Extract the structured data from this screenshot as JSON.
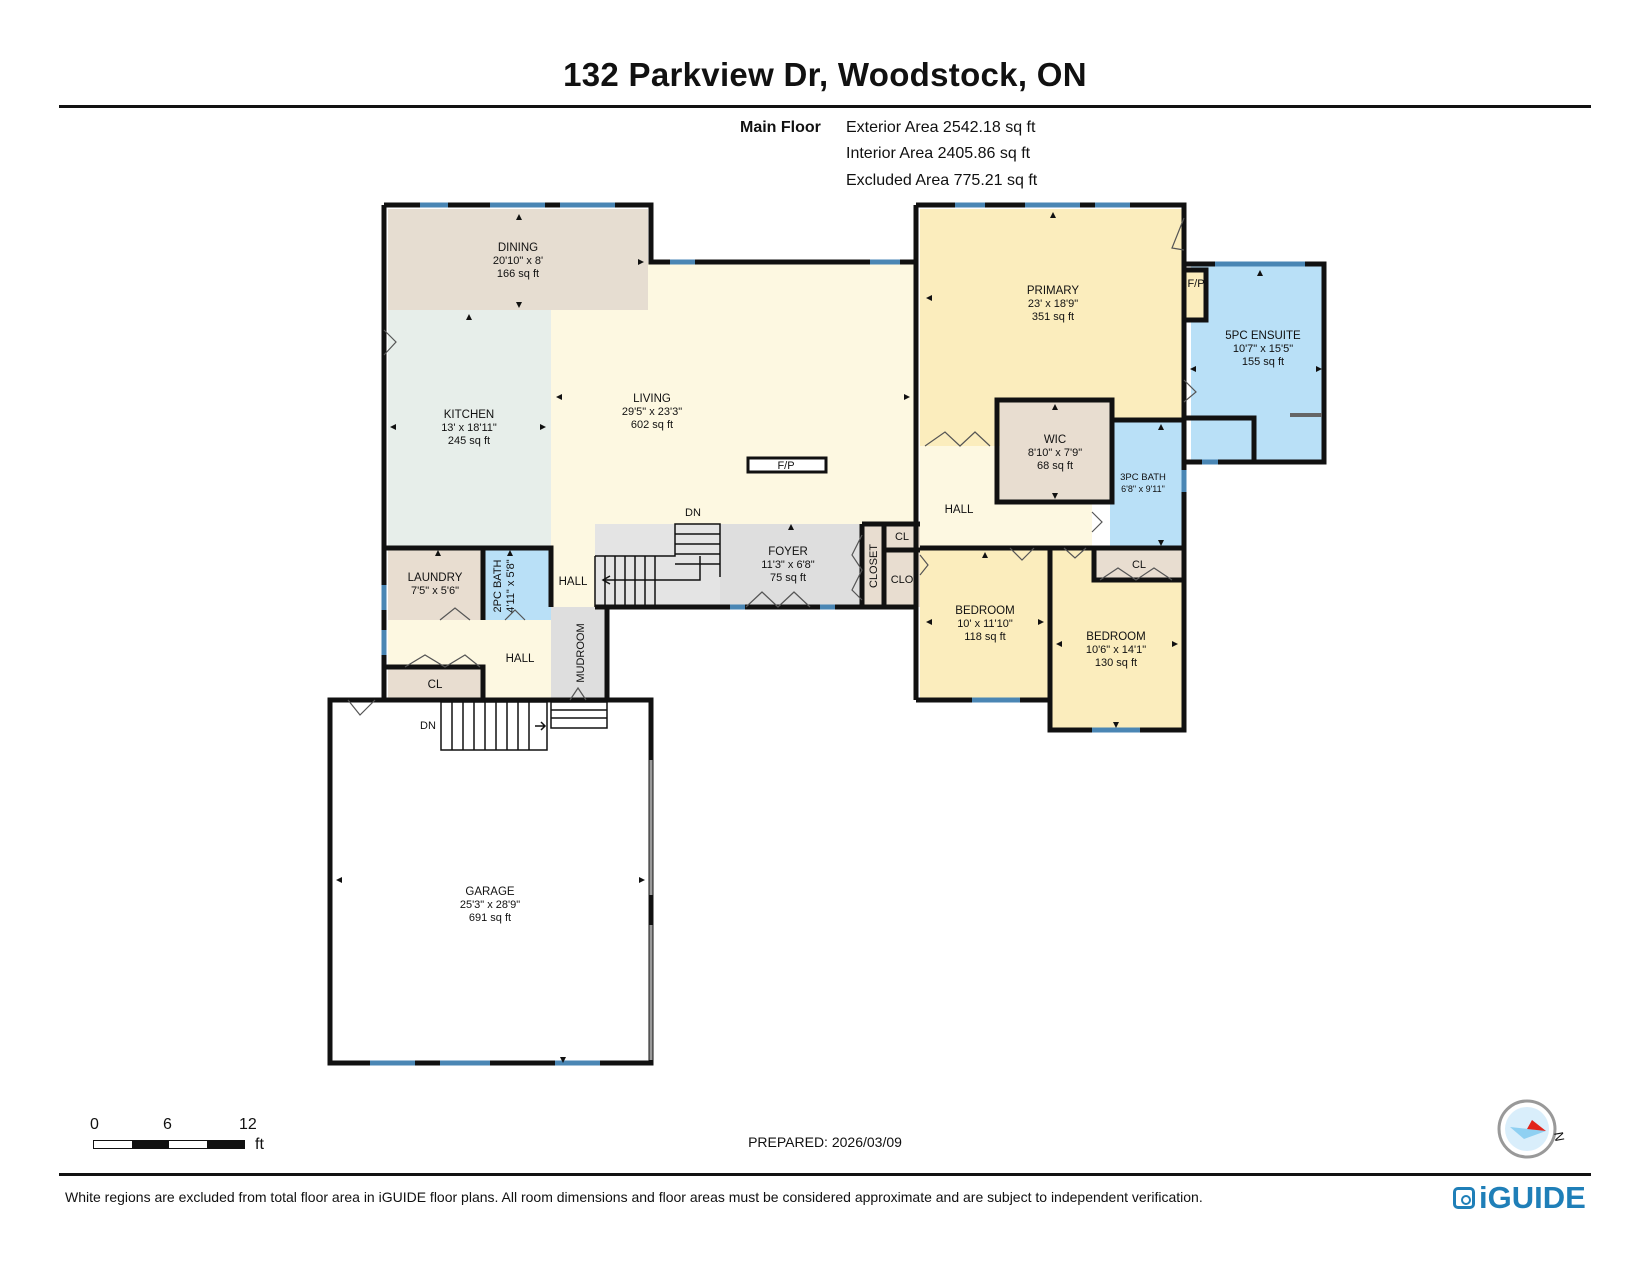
{
  "header": {
    "title": "132 Parkview Dr, Woodstock, ON",
    "floor_label": "Main Floor",
    "exterior_area": "Exterior Area 2542.18 sq ft",
    "interior_area": "Interior Area 2405.86 sq ft",
    "excluded_area": "Excluded Area 775.21 sq ft"
  },
  "rooms": {
    "dining": {
      "name": "DINING",
      "dims": "20'10\" x 8'",
      "area": "166 sq ft"
    },
    "kitchen": {
      "name": "KITCHEN",
      "dims": "13' x 18'11\"",
      "area": "245 sq ft"
    },
    "living": {
      "name": "LIVING",
      "dims": "29'5\" x 23'3\"",
      "area": "602 sq ft"
    },
    "primary": {
      "name": "PRIMARY",
      "dims": "23' x 18'9\"",
      "area": "351 sq ft"
    },
    "ensuite": {
      "name": "5PC ENSUITE",
      "dims": "10'7\" x 15'5\"",
      "area": "155 sq ft"
    },
    "wic": {
      "name": "WIC",
      "dims": "8'10\" x 7'9\"",
      "area": "68 sq ft"
    },
    "bath3": {
      "name": "3PC BATH",
      "dims": "6'8\" x 9'11\""
    },
    "foyer": {
      "name": "FOYER",
      "dims": "11'3\" x 6'8\"",
      "area": "75 sq ft"
    },
    "laundry": {
      "name": "LAUNDRY",
      "dims": "7'5\" x 5'6\""
    },
    "bath2": {
      "name": "2PC BATH",
      "dims": "4'11\" x 5'8\""
    },
    "bedroom1": {
      "name": "BEDROOM",
      "dims": "10' x 11'10\"",
      "area": "118 sq ft"
    },
    "bedroom2": {
      "name": "BEDROOM",
      "dims": "10'6\" x 14'1\"",
      "area": "130 sq ft"
    },
    "garage": {
      "name": "GARAGE",
      "dims": "25'3\" x 28'9\"",
      "area": "691 sq ft"
    }
  },
  "labels": {
    "fp_living": "F/P",
    "fp_primary": "F/P",
    "dn_stairs": "DN",
    "dn_garage": "DN",
    "hall_west": "HALL",
    "hall_lower": "HALL",
    "hall_east": "HALL",
    "mudroom": "MUDROOM",
    "closet": "CLOSET",
    "cl_foyer": "CL",
    "clo": "CLO",
    "cl_bed2": "CL",
    "cl_hall": "CL"
  },
  "scale_bar": {
    "labels": [
      "0",
      "6",
      "12"
    ],
    "unit": "ft"
  },
  "prepared": "PREPARED: 2026/03/09",
  "compass": {
    "label": "N"
  },
  "footer_note": "White regions are excluded from total floor area in iGUIDE floor plans. All room dimensions and floor areas must be considered approximate and are subject to independent verification.",
  "logo": {
    "text": "iGUIDE"
  },
  "colors": {
    "dining": "#e6ddd1",
    "kitchen": "#e7eeea",
    "living": "#fdf8e1",
    "primary": "#fbedbd",
    "bath": "#b9e0f7",
    "utility": "#e8ddd0",
    "bedroom": "#fbedbd",
    "foyer": "#dedede",
    "hall": "#fdf8e1",
    "wall": "#111111",
    "window": "#4a86b4",
    "logo": "#1f7fb8"
  }
}
